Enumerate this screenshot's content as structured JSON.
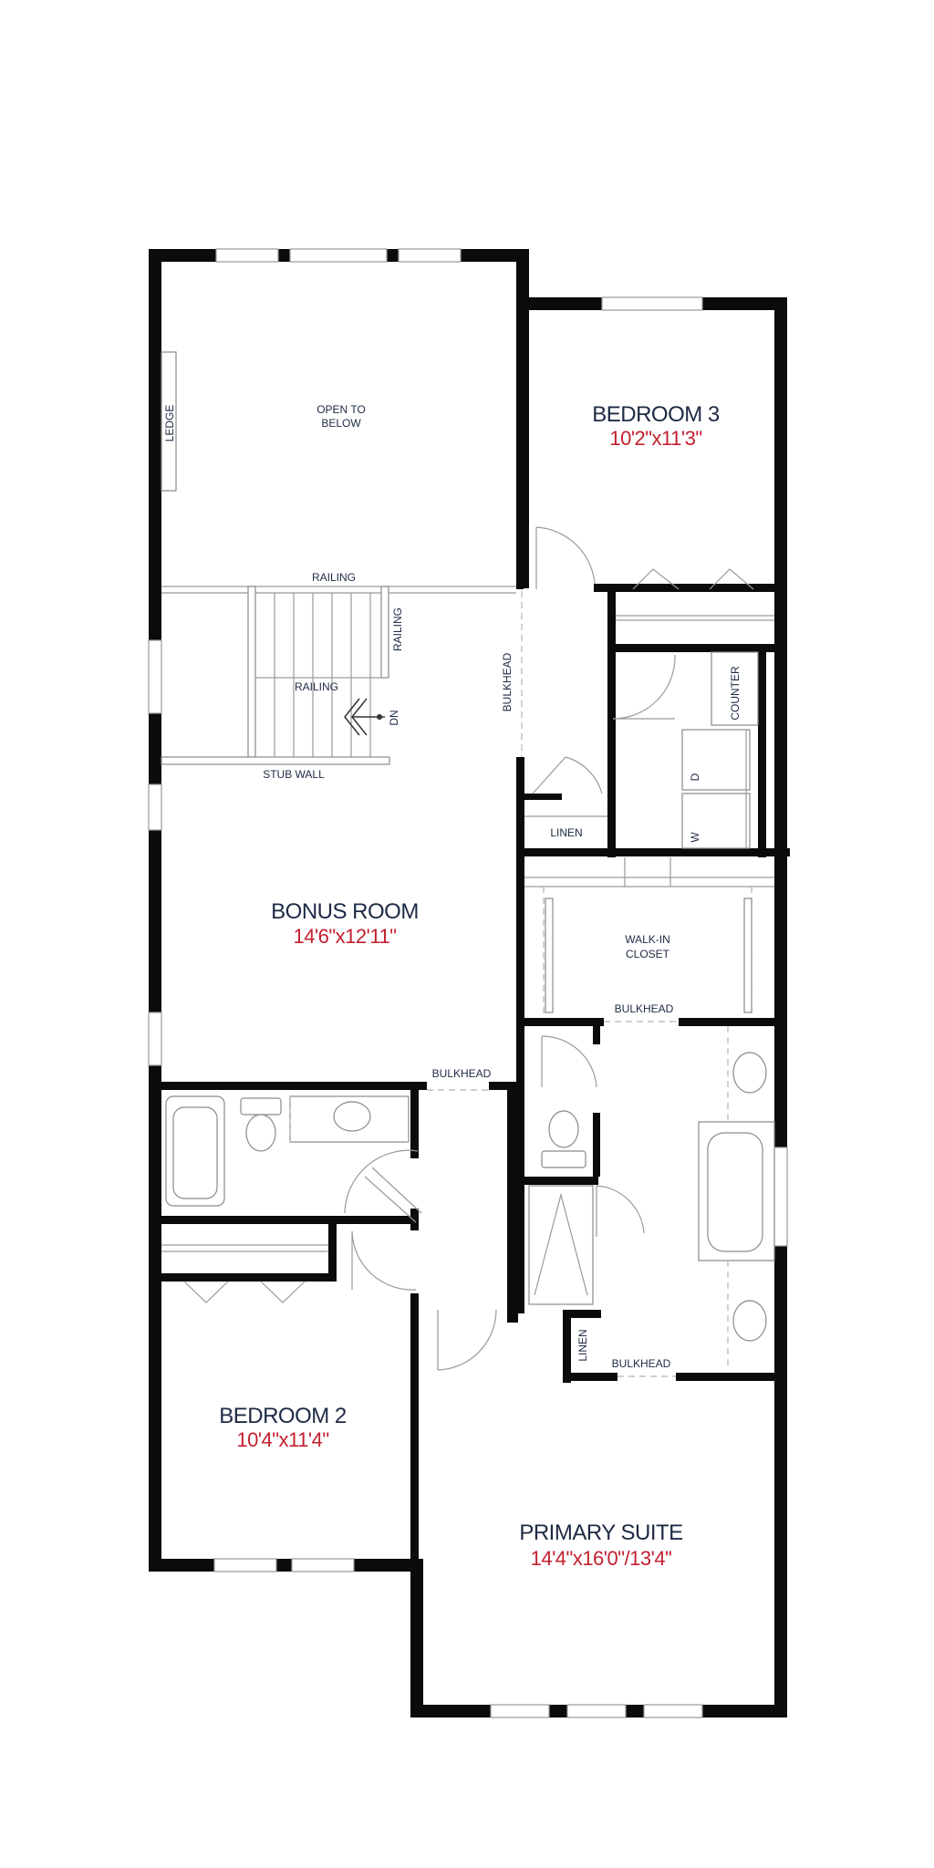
{
  "colors": {
    "wall": "#0b0b0b",
    "label": "#1d2a44",
    "dimension": "#c3202f"
  },
  "rooms": {
    "bedroom3": {
      "name": "BEDROOM 3",
      "dim": "10'2\"x11'3\""
    },
    "bonus": {
      "name": "BONUS ROOM",
      "dim": "14'6\"x12'11\""
    },
    "bedroom2": {
      "name": "BEDROOM 2",
      "dim": "10'4\"x11'4\""
    },
    "primary": {
      "name": "PRIMARY SUITE",
      "dim": "14'4\"x16'0\"/13'4\""
    }
  },
  "labels": {
    "open_to_below_1": "OPEN TO",
    "open_to_below_2": "BELOW",
    "ledge": "LEDGE",
    "railing_top": "RAILING",
    "railing_side": "RAILING",
    "railing_mid": "RAILING",
    "dn": "DN",
    "stub_wall": "STUB WALL",
    "bulkhead_stair": "BULKHEAD",
    "counter": "COUNTER",
    "dryer": "D",
    "washer": "W",
    "linen_upper": "LINEN",
    "walkin_1": "WALK-IN",
    "walkin_2": "CLOSET",
    "bulkhead_closet": "BULKHEAD",
    "bulkhead_bath": "BULKHEAD",
    "linen_lower": "LINEN",
    "bulkhead_ensuite": "BULKHEAD"
  }
}
